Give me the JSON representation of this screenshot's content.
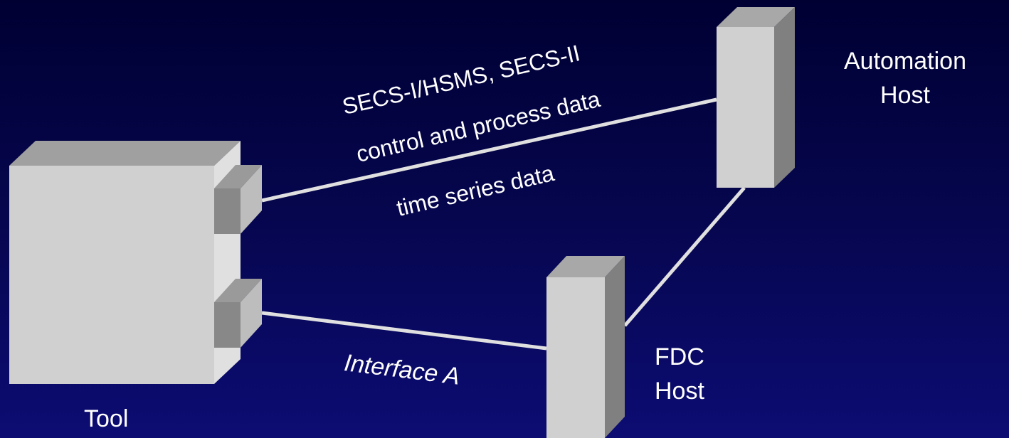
{
  "diagram": {
    "nodes": {
      "tool": {
        "label": "Tool"
      },
      "automation_host": {
        "label_line1": "Automation",
        "label_line2": "Host"
      },
      "fdc_host": {
        "label_line1": "FDC",
        "label_line2": "Host"
      }
    },
    "links": {
      "tool_to_automation": {
        "label_line1": "SECS-I/HSMS, SECS-II",
        "label_line2": "control and process data",
        "label_line3": "time series data"
      },
      "tool_to_fdc": {
        "label": "Interface A"
      },
      "fdc_to_automation": {}
    },
    "colors": {
      "box_front": "#d0d0d0",
      "box_top": "#a0a0a0",
      "box_side": "#808080",
      "port_front": "#8a8a8a",
      "connector_line": "#e0e0e0",
      "text": "#ffffff"
    }
  }
}
